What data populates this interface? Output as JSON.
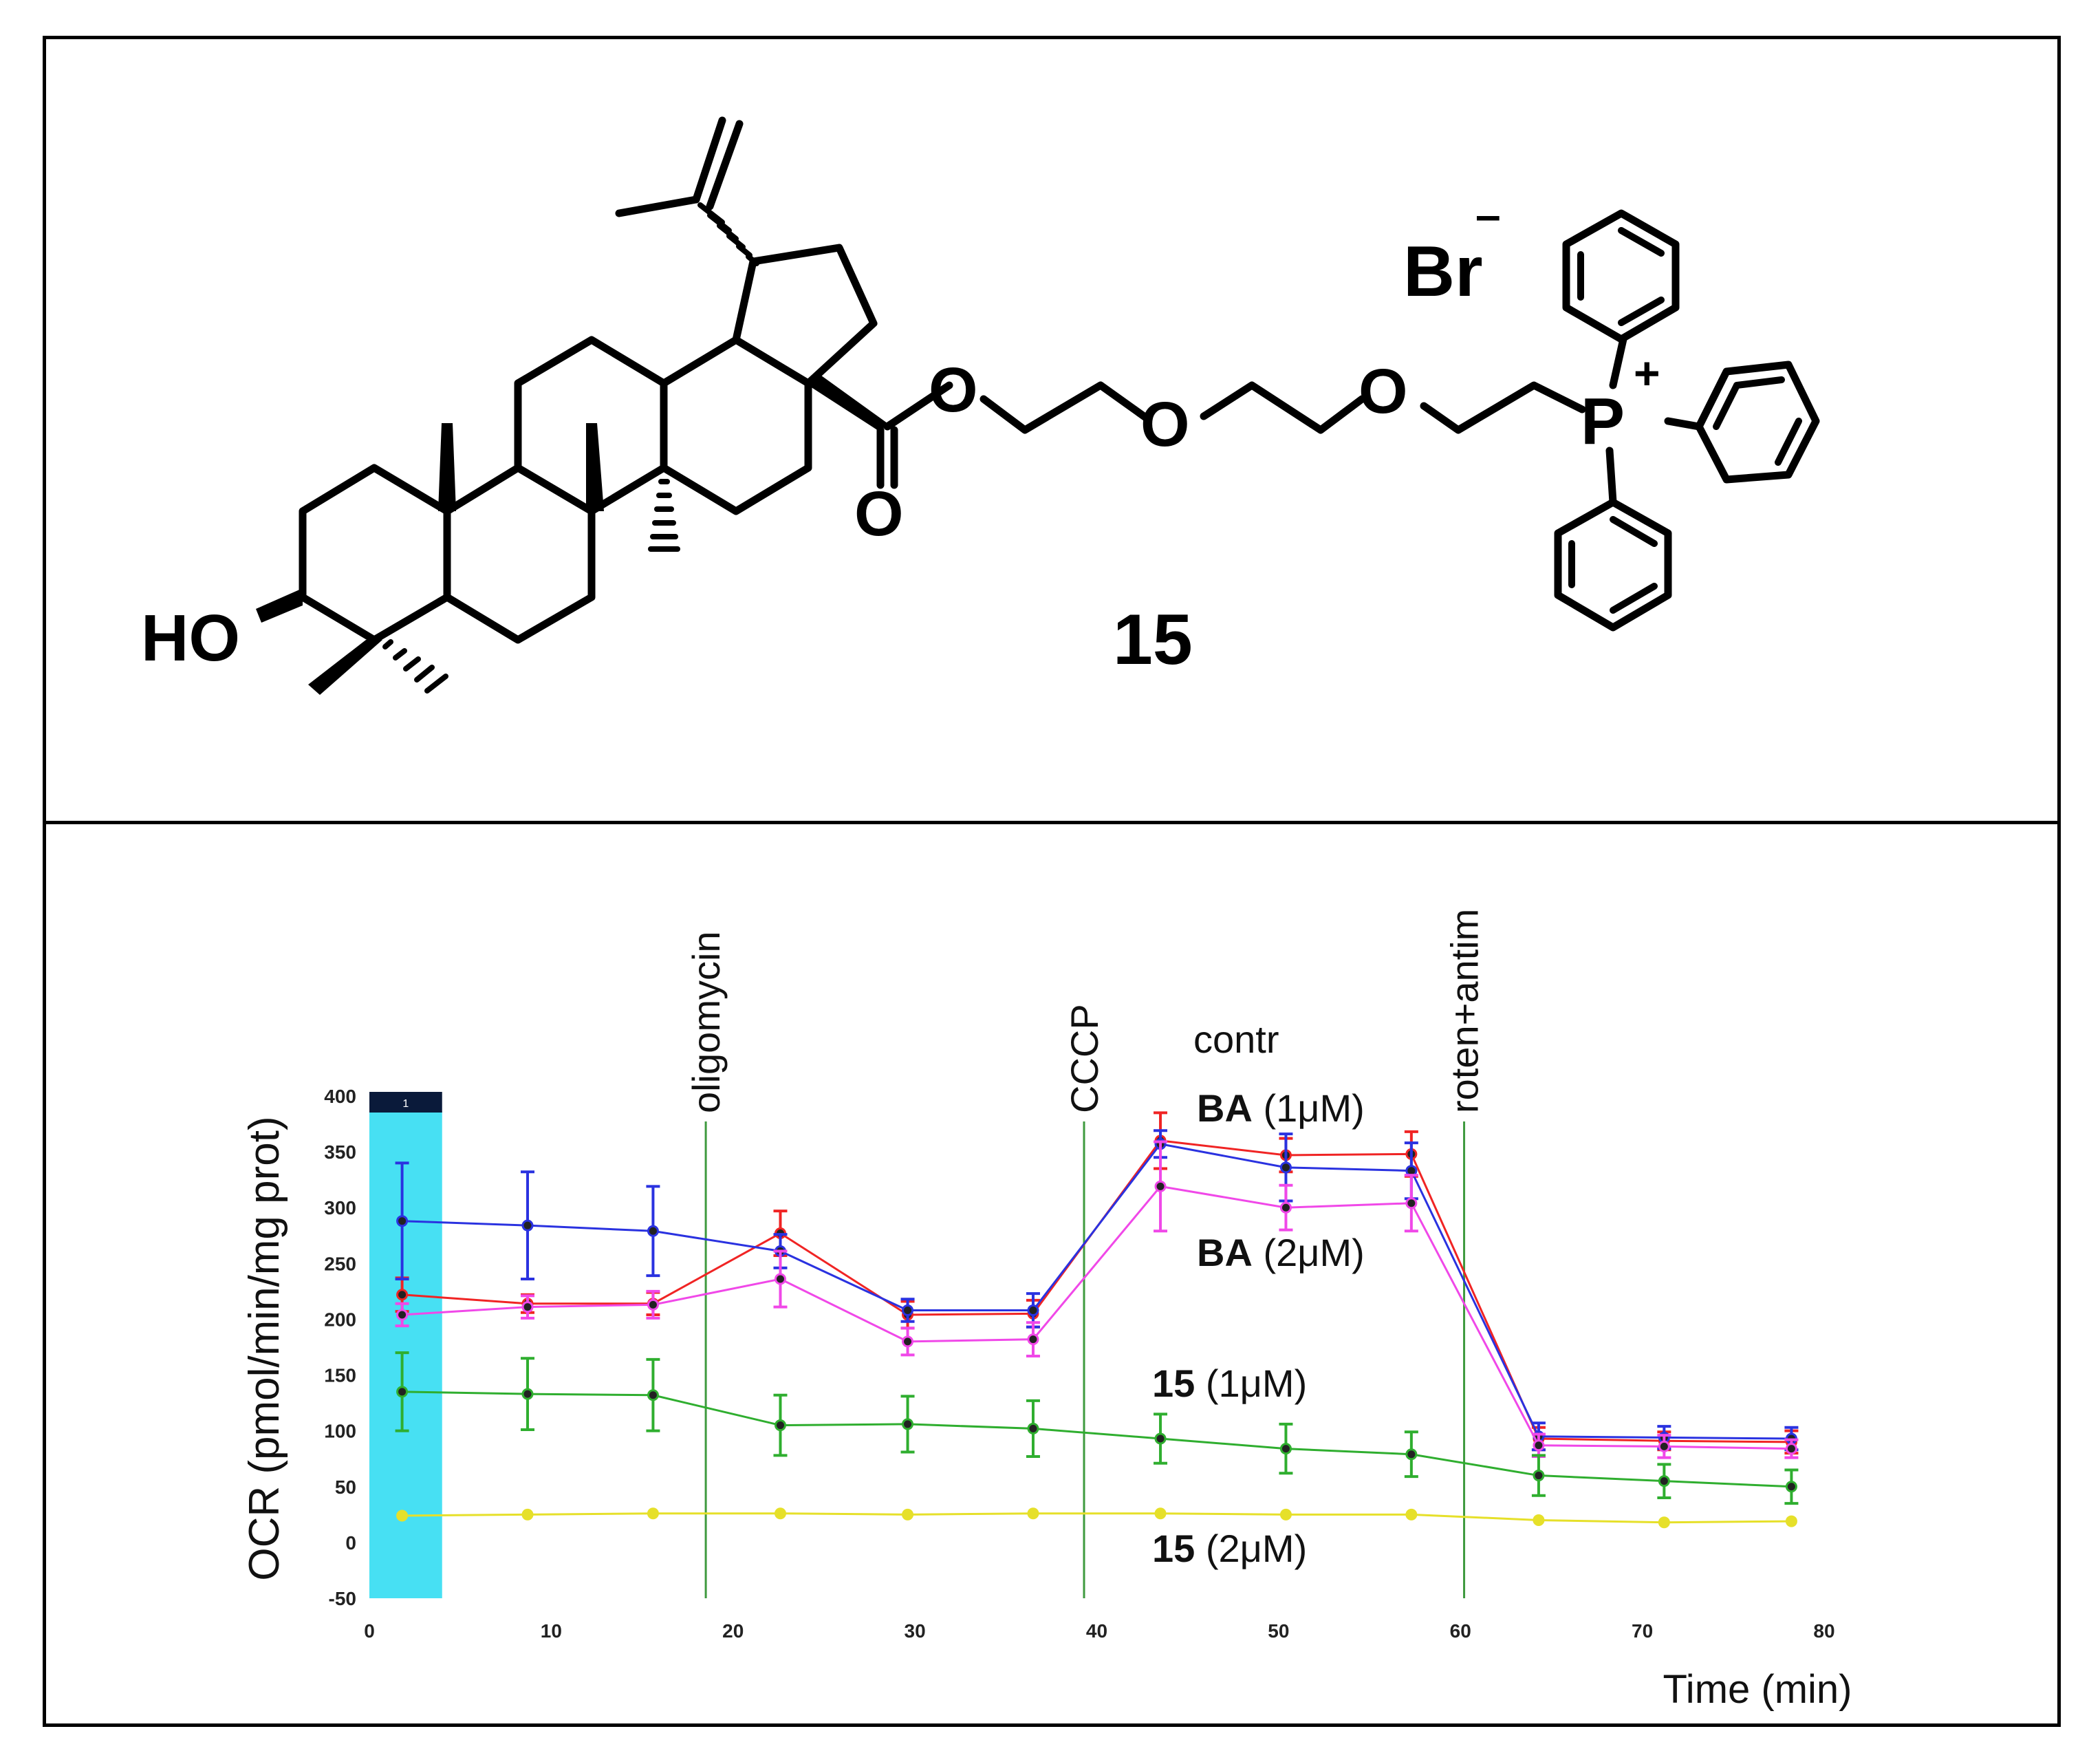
{
  "structure": {
    "compound_number": "15",
    "counter_ion": "Br",
    "counter_ion_charge": "–",
    "phosphonium_label": "P",
    "phosphonium_charge": "+",
    "hydroxyl_label": "HO",
    "oxygen_label": "O"
  },
  "chart_data": {
    "type": "line",
    "ylabel": "OCR (pmol/min/mg prot)",
    "xlabel": "Time (min)",
    "xlim": [
      0,
      80
    ],
    "ylim": [
      -50,
      400
    ],
    "xticks": [
      0,
      10,
      20,
      30,
      40,
      50,
      60,
      70,
      80
    ],
    "yticks": [
      400,
      350,
      300,
      250,
      200,
      150,
      100,
      50,
      0,
      -50
    ],
    "injections": [
      {
        "label": "oligomycin",
        "x": 18.5
      },
      {
        "label": "CCCP",
        "x": 39.3
      },
      {
        "label": "roten+antim",
        "x": 60.2
      }
    ],
    "highlight": {
      "x_range": [
        0,
        4
      ],
      "color": "#47e0f3",
      "marker_text": "1"
    },
    "x": [
      1.8,
      8.7,
      15.6,
      22.6,
      29.6,
      36.5,
      43.5,
      50.4,
      57.3,
      64.3,
      71.2,
      78.2
    ],
    "series": [
      {
        "name": "contr",
        "color": "#f02424",
        "values": [
          222,
          214,
          214,
          277,
          204,
          205,
          360,
          347,
          348,
          93,
          91,
          90
        ],
        "errors": [
          15,
          8,
          10,
          20,
          12,
          12,
          25,
          15,
          20,
          10,
          8,
          10
        ]
      },
      {
        "name": "BA (1μM)",
        "color": "#2a32e0",
        "values": [
          288,
          284,
          279,
          261,
          208,
          208,
          357,
          336,
          333,
          95,
          94,
          93
        ],
        "errors": [
          52,
          48,
          40,
          15,
          10,
          15,
          12,
          30,
          25,
          12,
          10,
          10
        ]
      },
      {
        "name": "BA (2μM)",
        "color": "#f048e8",
        "values": [
          204,
          211,
          213,
          236,
          180,
          182,
          319,
          300,
          304,
          87,
          86,
          84
        ],
        "errors": [
          10,
          10,
          12,
          25,
          12,
          15,
          40,
          20,
          25,
          10,
          10,
          8
        ]
      },
      {
        "name": "15 (1μM)",
        "color": "#2fae2f",
        "values": [
          135,
          133,
          132,
          105,
          106,
          102,
          93,
          84,
          79,
          60,
          55,
          50
        ],
        "errors": [
          35,
          32,
          32,
          27,
          25,
          25,
          22,
          22,
          20,
          18,
          15,
          15
        ]
      },
      {
        "name": "15 (2μM)",
        "color": "#e6e02a",
        "values": [
          24,
          25,
          26,
          26,
          25,
          26,
          26,
          25,
          25,
          20,
          18,
          19
        ],
        "errors": [
          0,
          0,
          0,
          0,
          0,
          0,
          0,
          0,
          0,
          0,
          0,
          0
        ]
      }
    ],
    "annotations": [
      {
        "id": "contr",
        "text": "contr",
        "bold": "",
        "rest": "contr"
      },
      {
        "id": "ba1",
        "bold": "BA",
        "rest": " (1μM)"
      },
      {
        "id": "ba2",
        "bold": "BA",
        "rest": " (2μM)"
      },
      {
        "id": "c15a",
        "bold": "15",
        "rest": " (1μM)"
      },
      {
        "id": "c15b",
        "bold": "15",
        "rest": " (2μM)"
      }
    ]
  }
}
